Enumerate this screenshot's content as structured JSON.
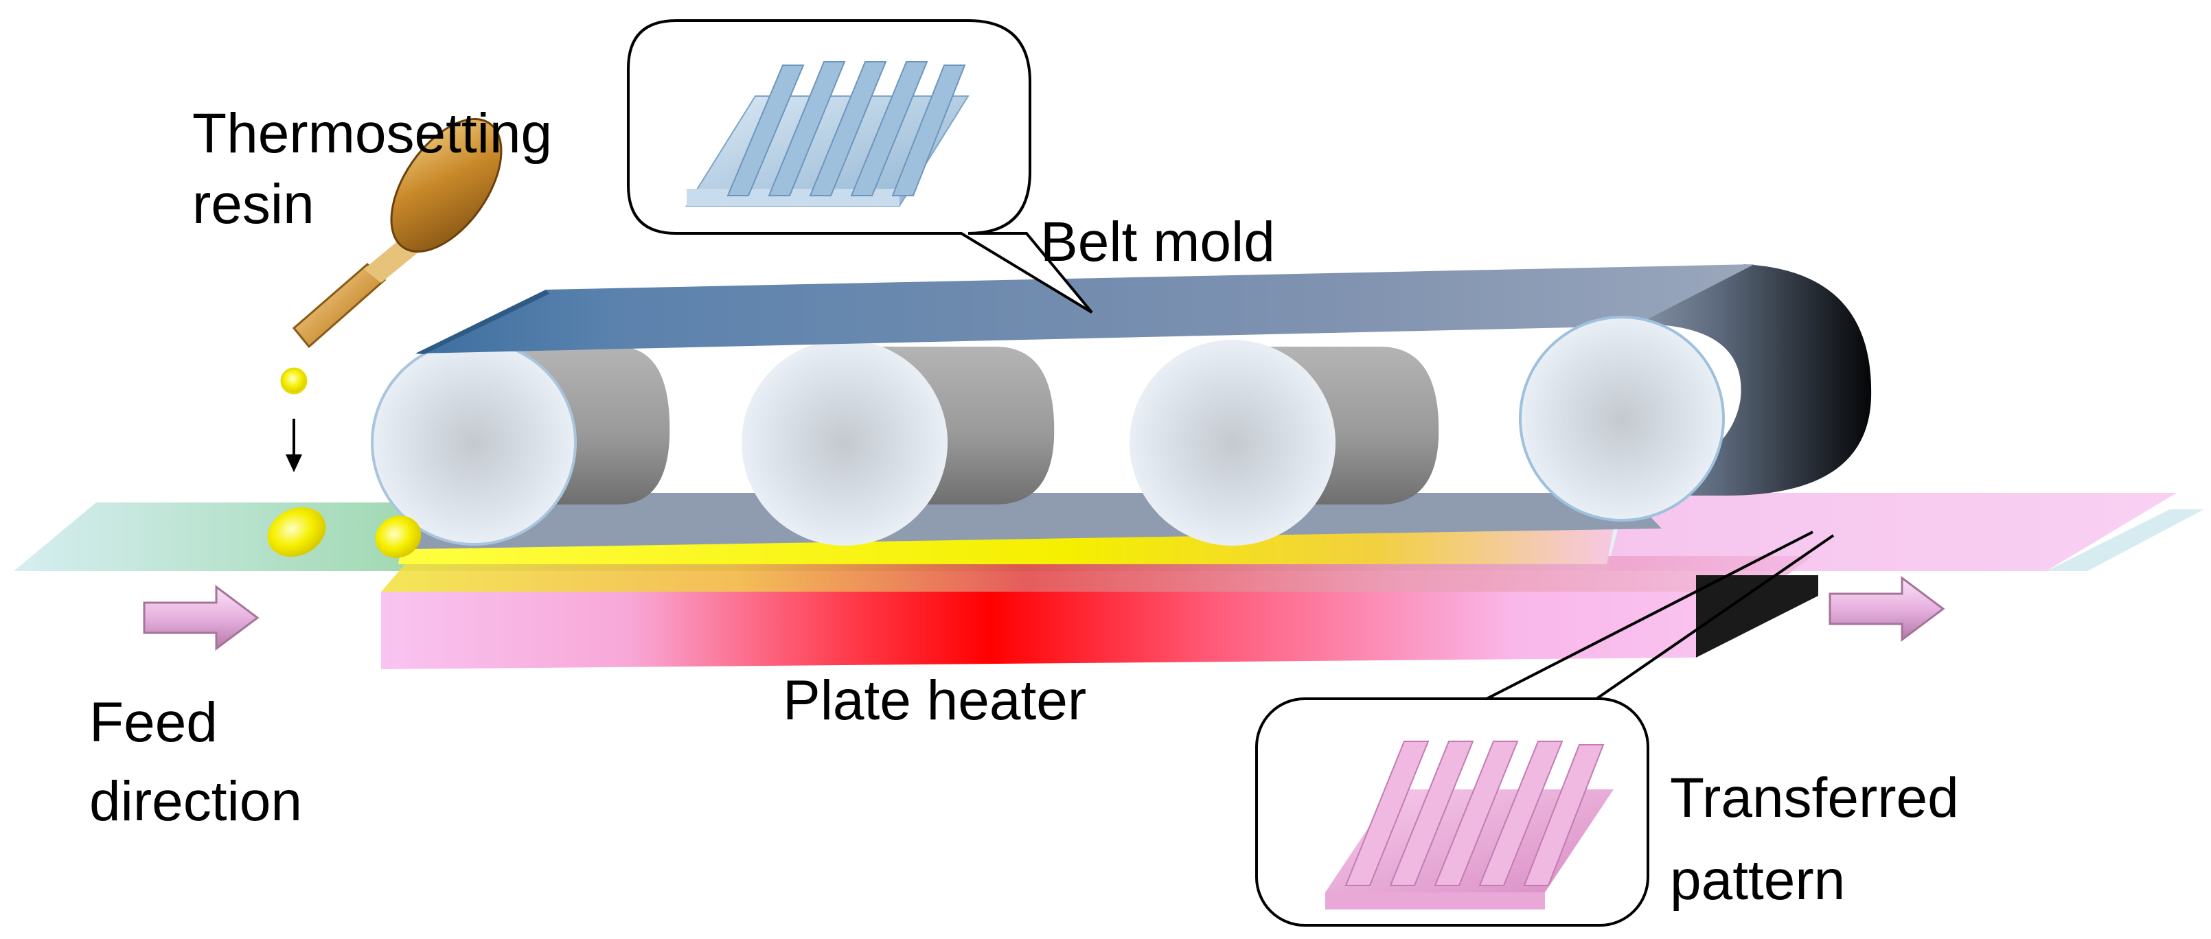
{
  "labels": {
    "resin_line1": "Thermosetting",
    "resin_line2": "resin",
    "belt_mold": "Belt mold",
    "feed_line1": "Feed",
    "feed_line2": "direction",
    "plate_heater": "Plate heater",
    "pattern_line1": "Transferred",
    "pattern_line2": "pattern"
  },
  "colors": {
    "belt": "#7f97b8",
    "belt_dark": "#3d5f86",
    "roller_face": "#dfe6ee",
    "roller_body": "#9a9a9a",
    "feed_strip": "#9fd8b0",
    "output_strip": "#f5c7f0",
    "heater_hot": "#ff0000",
    "heater_cool": "#f9b8f0",
    "resin": "#f2ee00",
    "spoon": "#c9892a",
    "pattern": "#e8a5d6",
    "mold_detail": "#a9c6de",
    "arrow": "#e7b1df"
  }
}
